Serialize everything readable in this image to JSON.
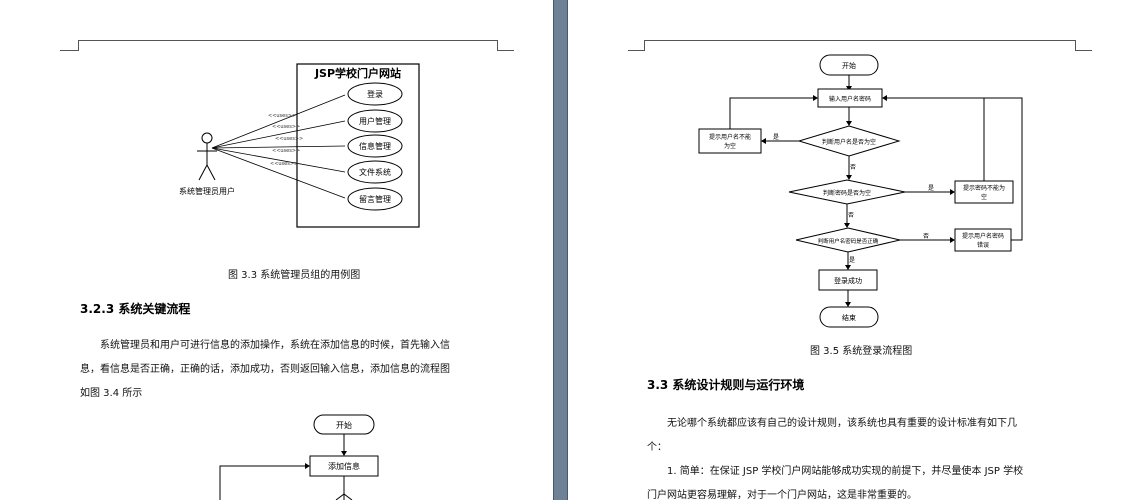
{
  "left_page": {
    "usecase": {
      "system_title": "JSP学校门户网站",
      "actor_label": "系统管理员用户",
      "uses_label": "<<uses>>",
      "cases": [
        "登录",
        "用户管理",
        "信息管理",
        "文件系统",
        "留言管理"
      ]
    },
    "fig33_caption": "图 3.3  系统管理员组的用例图",
    "section_heading": "3.2.3 系统关键流程",
    "paragraph_lines": [
      "系统管理员和用户可进行信息的添加操作，系统在添加信息的时候，首先输入信",
      "息，看信息是否正确，正确的话，添加成功，否则返回输入信息，添加信息的流程图",
      "如图 3.4 所示"
    ],
    "flow_start": "开始",
    "flow_add": "添加信息"
  },
  "right_page": {
    "flow": {
      "start": "开始",
      "input_user": "输入用户名密码",
      "check_user_empty": "判断用户名是否为空",
      "prompt_user_empty": [
        "提示用户名不能",
        "为空"
      ],
      "check_pwd_empty": "判断密码是否为空",
      "prompt_pwd_empty": [
        "提示密码不能为",
        "空"
      ],
      "check_correct": "判断用户名密码是否正确",
      "prompt_wrong": [
        "提示用户名密码",
        "错误"
      ],
      "success": "登录成功",
      "end": "结束",
      "yes": "是",
      "no": "否"
    },
    "fig35_caption": "图 3.5 系统登录流程图",
    "section_heading": "3.3 系统设计规则与运行环境",
    "paragraph_lines": [
      "无论哪个系统都应该有自己的设计规则，该系统也具有重要的设计标准有如下几",
      "个：",
      "1. 简单：在保证 JSP 学校门户网站能够成功实现的前提下，并尽量使本 JSP 学校",
      "门户网站更容易理解，对于一个门户网站，这是非常重要的。"
    ]
  }
}
